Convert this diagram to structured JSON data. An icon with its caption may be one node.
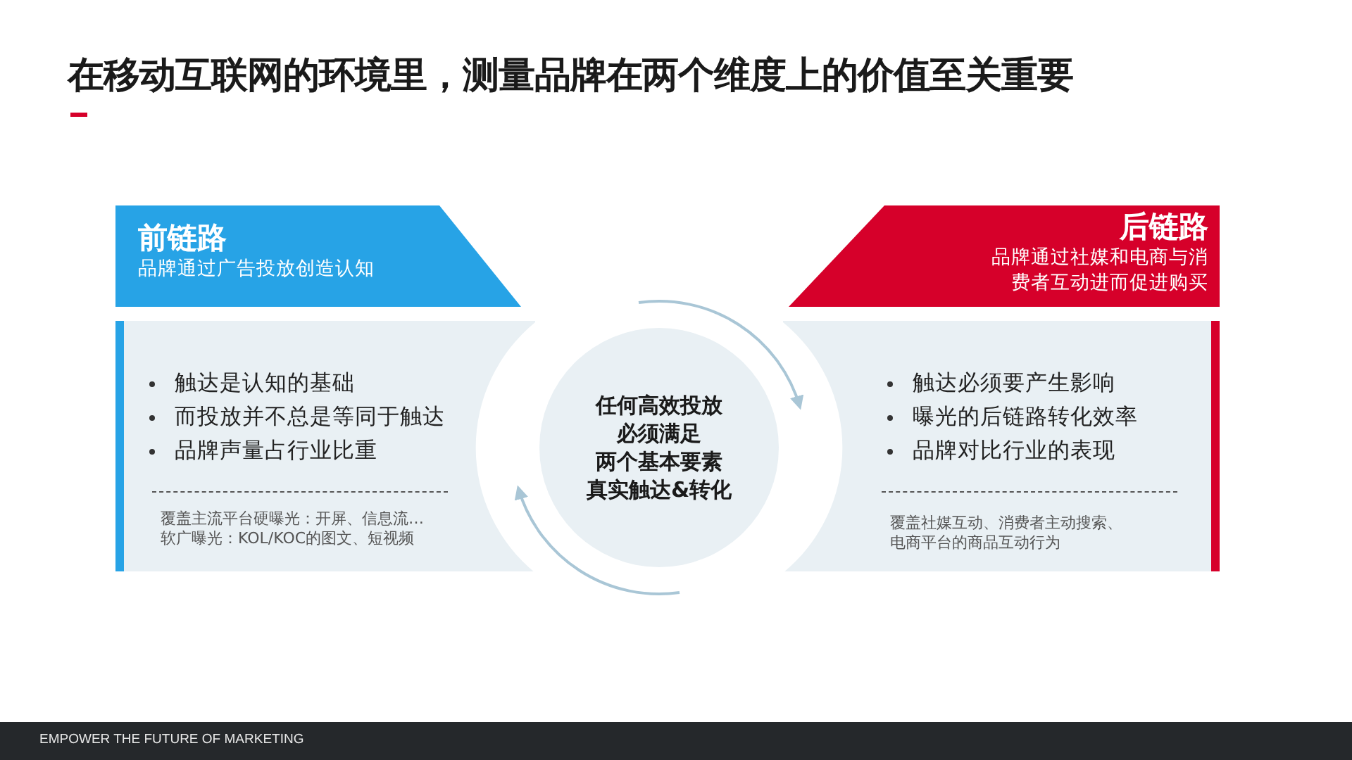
{
  "diagram": {
    "title": "在移动互联网的环境里，测量品牌在两个维度上的价值至关重要",
    "nodes": [
      {
        "text": [
          "前链路",
          "品牌通过广告投放创造认知"
        ]
      },
      {
        "text": [
          "触达是认知的基础",
          "而投放并不总是等同于触达",
          "品牌声量占行业比重",
          "覆盖主流平台硬曝光：开屏、信息流…",
          "软广曝光：KOL/KOC的图文、短视频"
        ]
      },
      {
        "text": [
          "任何高效投放",
          "必须满足",
          "两个基本要素",
          "真实触达&转化"
        ]
      },
      {
        "text": [
          "后链路",
          "品牌通过社媒和电商与消费者互动进而促进购买"
        ]
      },
      {
        "text": [
          "触达必须要产生影响",
          "曝光的后链路转化效率",
          "品牌对比行业的表现",
          "覆盖社媒互动、消费者主动搜索、电商平台的商品互动行为"
        ]
      }
    ],
    "labels": [
      "EMPOWER THE FUTURE OF MARKETING"
    ]
  }
}
